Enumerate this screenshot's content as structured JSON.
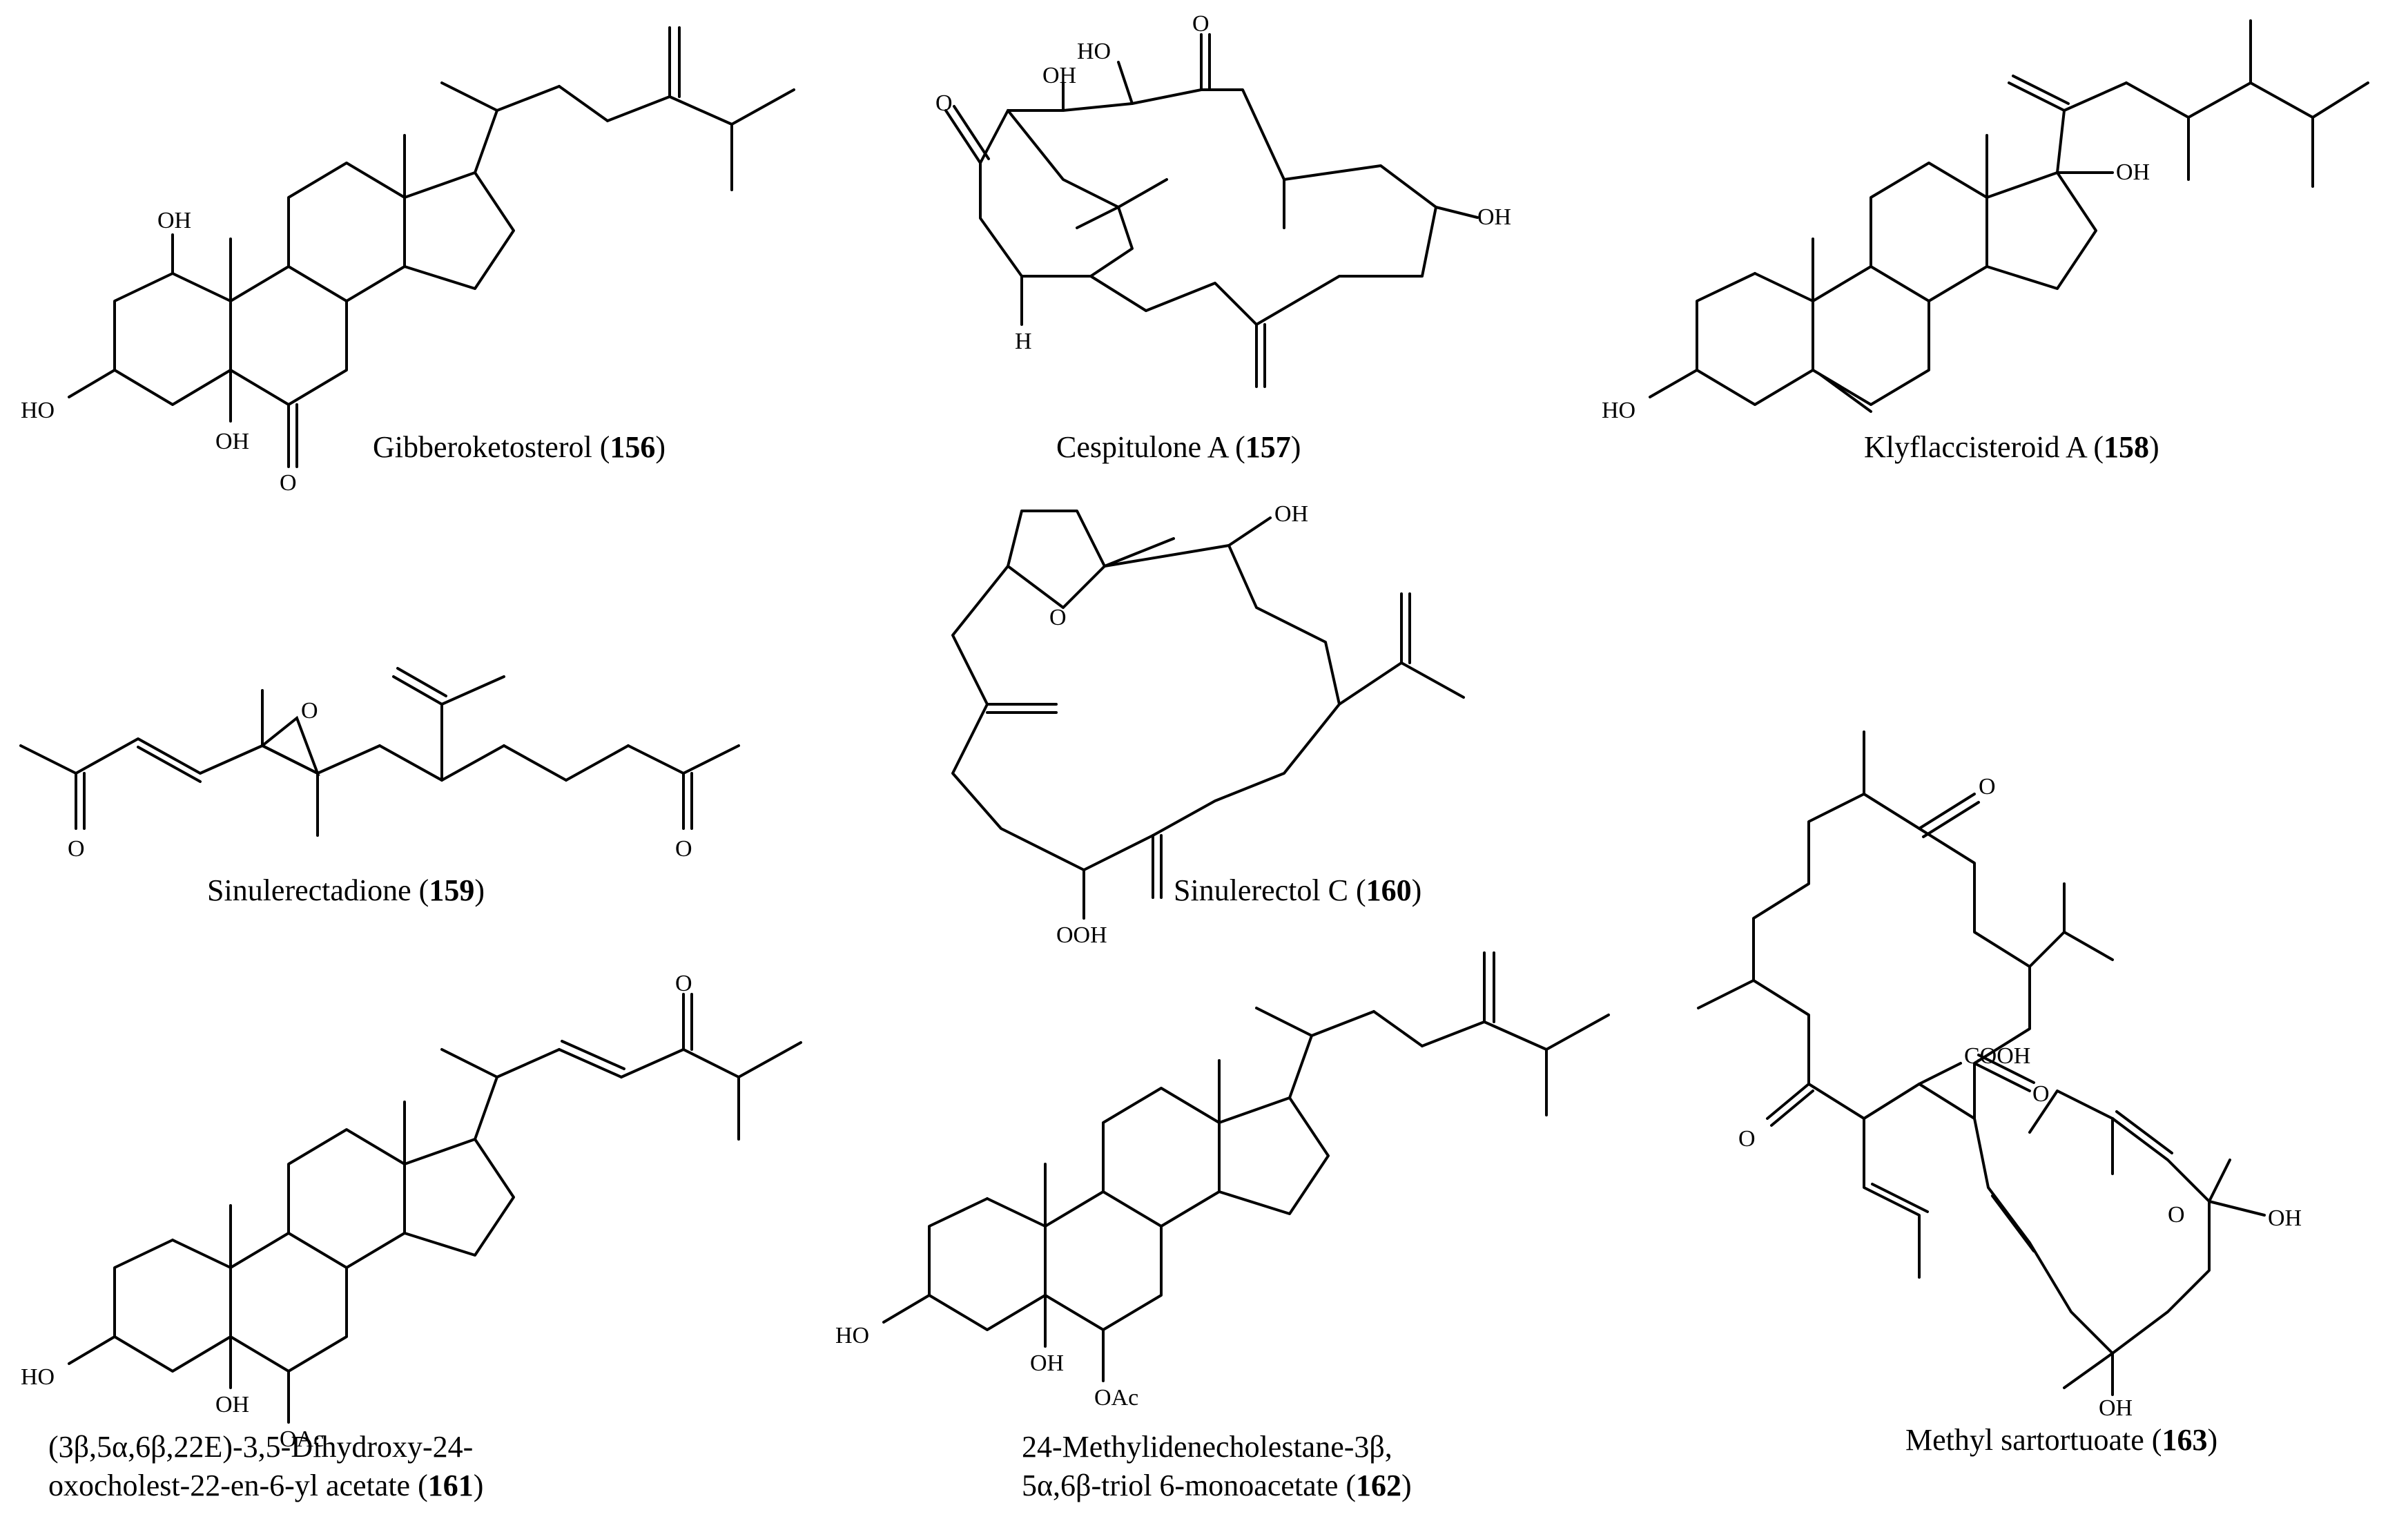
{
  "compounds": [
    {
      "name": "Gibberoketosterol (",
      "num": "156",
      "close": ")"
    },
    {
      "name": "Cespitulone A (",
      "num": "157",
      "close": ")"
    },
    {
      "name": "Klyflaccisteroid A (",
      "num": "158",
      "close": ")"
    },
    {
      "name": "Sinulerectadione (",
      "num": "159",
      "close": ")"
    },
    {
      "name": "Sinulerectol C (",
      "num": "160",
      "close": ")"
    },
    {
      "line1": "(3β,5α,6β,22E)-3,5-Dihydroxy-24-",
      "line2": "oxocholest-22-en-6-yl acetate (",
      "num": "161",
      "close": ")"
    },
    {
      "line1": "24-Methylidenecholestane-3β,",
      "line2": "5α,6β-triol 6-monoacetate (",
      "num": "162",
      "close": ")"
    },
    {
      "name": "Methyl sartortuoate (",
      "num": "163",
      "close": ")"
    }
  ],
  "atom_labels": {
    "oh": "OH",
    "ho": "HO",
    "o": "O",
    "h": "H",
    "ooh": "OOH",
    "oac": "OAc",
    "cooh": "COOH"
  }
}
